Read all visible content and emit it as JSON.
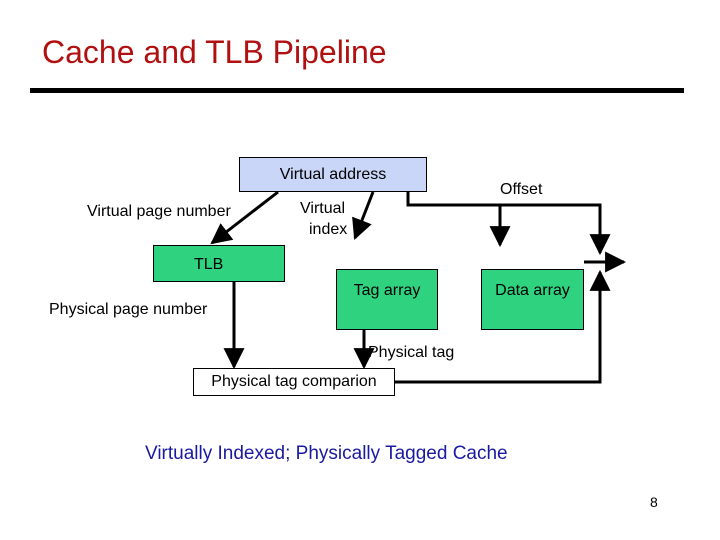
{
  "slide": {
    "title": "Cache and TLB Pipeline",
    "caption": "Virtually Indexed; Physically Tagged Cache",
    "page_number": "8"
  },
  "diagram": {
    "virtual_address": "Virtual address",
    "virtual_page_number": "Virtual page number",
    "virtual_index_line1": "Virtual",
    "virtual_index_line2": "index",
    "offset": "Offset",
    "tlb": "TLB",
    "physical_page_number": "Physical page number",
    "tag_array": "Tag array",
    "data_array": "Data array",
    "physical_tag": "Physical tag",
    "physical_tag_comparison": "Physical tag comparion"
  },
  "colors": {
    "title": "#b01010",
    "box_fill_blue": "#c9d6f7",
    "box_fill_green": "#2ed27f",
    "caption": "#1a1aa0"
  }
}
